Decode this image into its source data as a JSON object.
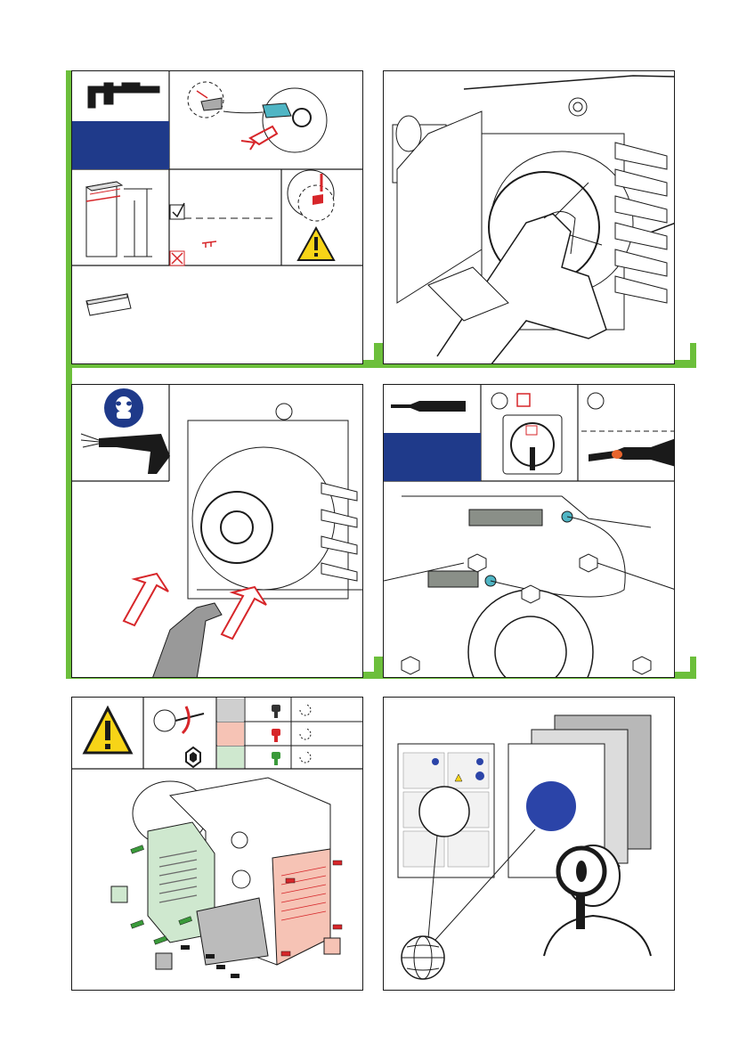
{
  "page": {
    "accent_green": "#6cbf3b",
    "accent_navy": "#1f3a8a",
    "accent_red": "#d7262a"
  },
  "panels": [
    {
      "id": "measure-vanes",
      "step_box": ""
    },
    {
      "id": "clean-housing",
      "step_box": ""
    },
    {
      "id": "blow-out",
      "step_box": ""
    },
    {
      "id": "grease-bearings",
      "step_box": ""
    },
    {
      "id": "screws-torque",
      "step_box": ""
    },
    {
      "id": "documentation",
      "step_box": ""
    }
  ],
  "screw_table": [
    {
      "swatch": "#cfcfcf",
      "screw_color": "#333333"
    },
    {
      "swatch": "#f6c3b5",
      "screw_color": "#d7262a"
    },
    {
      "swatch": "#cfe8cf",
      "screw_color": "#3a9a3a"
    }
  ],
  "icons": {
    "caliper": "caliper-icon",
    "warning": "warning-icon",
    "face_mask": "face-mask-icon",
    "air_gun": "air-gun-icon",
    "grease_gun": "grease-gun-icon",
    "magnifier": "magnifier-icon",
    "globe": "globe-icon"
  }
}
